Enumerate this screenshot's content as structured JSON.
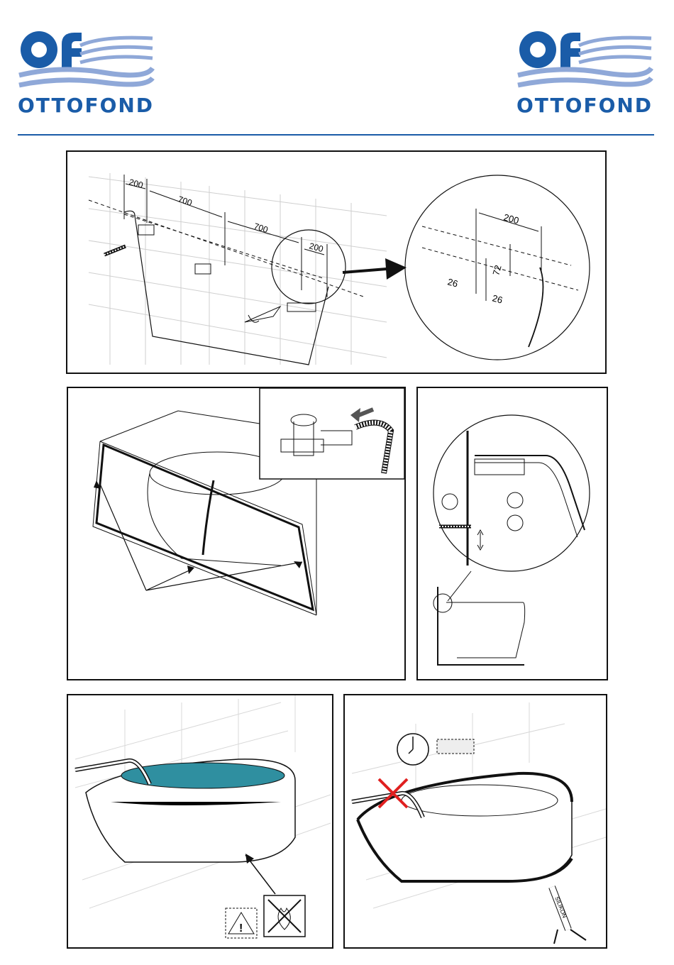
{
  "brand": {
    "logo_text": "OTTOFOND",
    "logo_mark": "of",
    "color": "#1a5ca8",
    "wave_color": "#8fa8d8"
  },
  "panels": {
    "wall_mounting": {
      "dim_left": "200",
      "dim_middle1": "700",
      "dim_middle2": "700",
      "dim_right": "200",
      "detail_dim_top": "200",
      "detail_dim_height": "72",
      "detail_dim_left": "26",
      "detail_dim_right": "26",
      "icons": [
        "bolt-icon",
        "drill-icon",
        "magnifier-arrow-icon"
      ]
    },
    "frame_and_drain": {
      "icons": [
        "drain-fitting-icon",
        "hose-icon",
        "direction-arrow-icon"
      ]
    },
    "mounting_detail": {
      "icons": [
        "bracket-detail-icon",
        "screw-icon",
        "height-adjust-icon"
      ]
    },
    "water_test": {
      "icons": [
        "tap-icon",
        "warning-icon",
        "no-fire-icon"
      ]
    },
    "sealing": {
      "caulk_label": "SILIKON",
      "icons": [
        "clock-icon",
        "crossed-tap-icon",
        "caulk-gun-icon"
      ]
    }
  }
}
